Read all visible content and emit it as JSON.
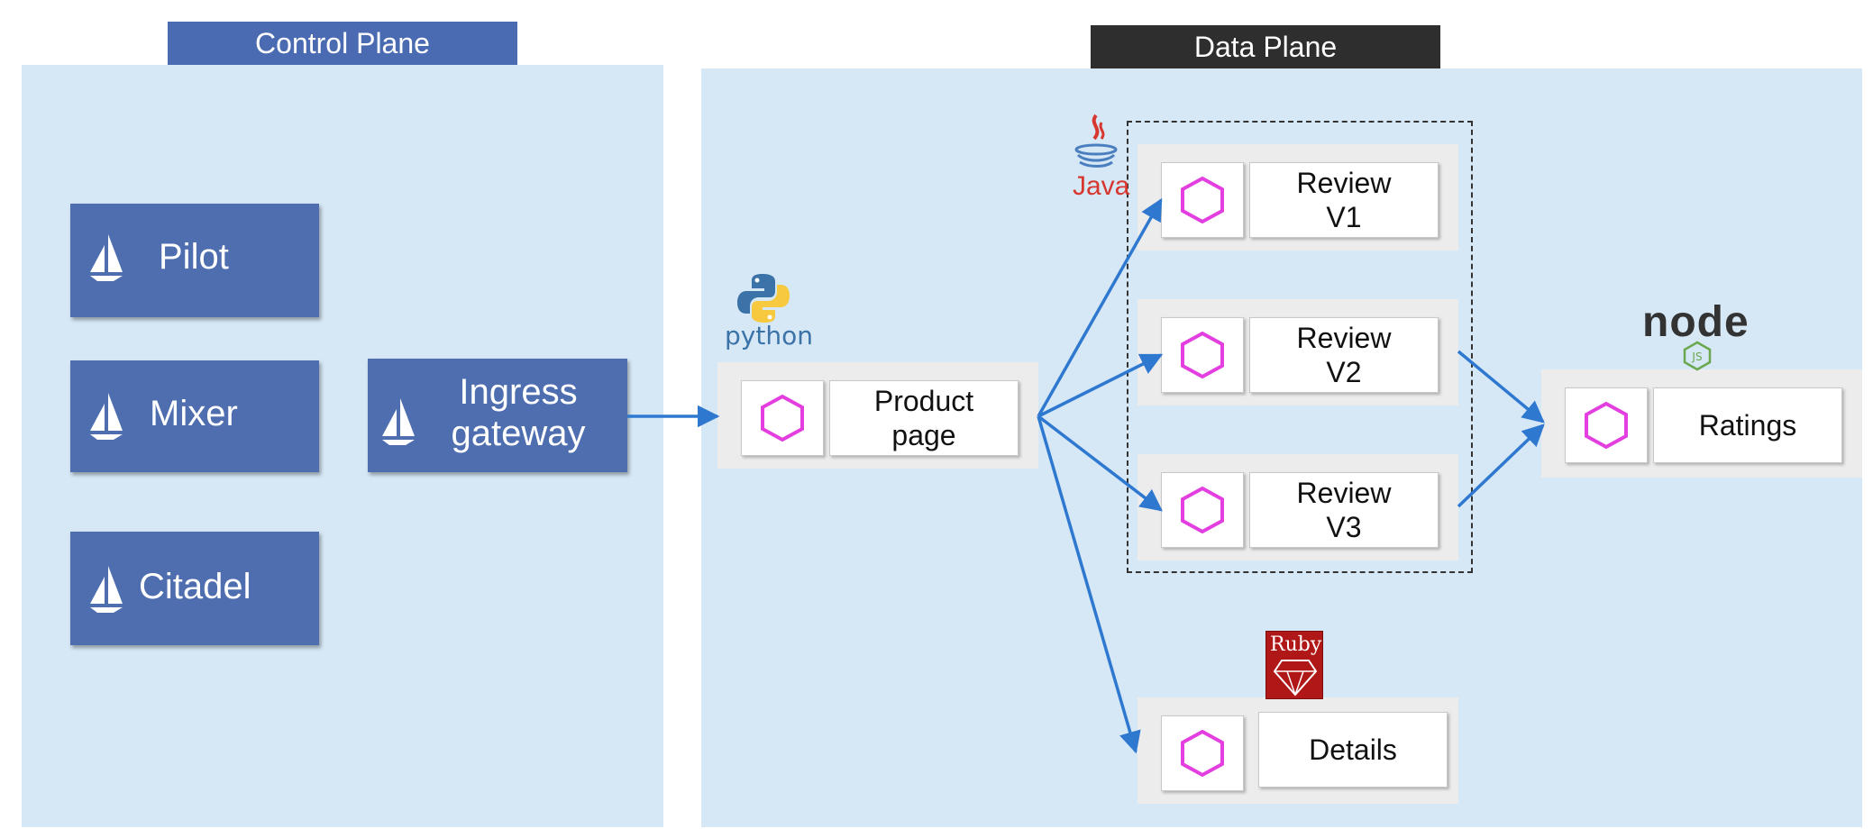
{
  "control_plane": {
    "title": "Control Plane",
    "components": [
      "Pilot",
      "Mixer",
      "Citadel"
    ],
    "gateway": "Ingress\ngateway"
  },
  "data_plane": {
    "title": "Data Plane",
    "services": {
      "product": "Product\npage",
      "review_v1": "Review\nV1",
      "review_v2": "Review\nV2",
      "review_v3": "Review\nV3",
      "details": "Details",
      "ratings": "Ratings"
    },
    "logos": {
      "python": "python",
      "java": "Java",
      "ruby": "Ruby",
      "node": "node"
    }
  },
  "colors": {
    "plane_bg": "#d6e7f5",
    "control_title_bg": "#4a6bb2",
    "data_title_bg": "#2e2e2e",
    "component_bg": "#4e6eb0",
    "arrow": "#2e78d0",
    "hexagon": "#e23ee0"
  },
  "icons": {
    "component": "sail-icon",
    "service": "hexagon-icon"
  }
}
